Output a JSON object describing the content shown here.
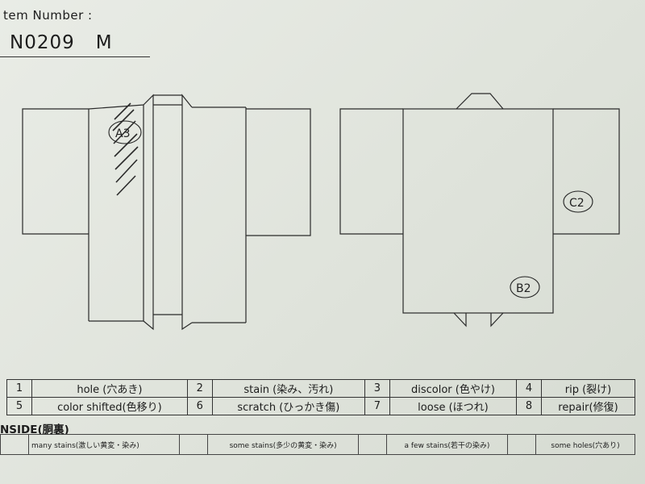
{
  "header": {
    "label": "tem Number :",
    "item_number": "N0209",
    "size": "M"
  },
  "diagram": {
    "front_annotation": "A3",
    "back_annotation_1": "C2",
    "back_annotation_2": "B2"
  },
  "defects": [
    {
      "num": "1",
      "label": "hole (穴あき)"
    },
    {
      "num": "2",
      "label": "stain (染み、汚れ)"
    },
    {
      "num": "3",
      "label": "discolor (色やけ)"
    },
    {
      "num": "4",
      "label": "rip (裂け)"
    },
    {
      "num": "5",
      "label": "color shifted(色移り)"
    },
    {
      "num": "6",
      "label": "scratch (ひっかき傷)"
    },
    {
      "num": "7",
      "label": "loose (ほつれ)"
    },
    {
      "num": "8",
      "label": "repair(修復)"
    }
  ],
  "inside": {
    "title": "NSIDE(胴裏)",
    "options": [
      "many stains(激しい黄変・染み)",
      "some stains(多少の黄変・染み)",
      "a few stains(若干の染み)",
      "some holes(穴あり)"
    ]
  }
}
